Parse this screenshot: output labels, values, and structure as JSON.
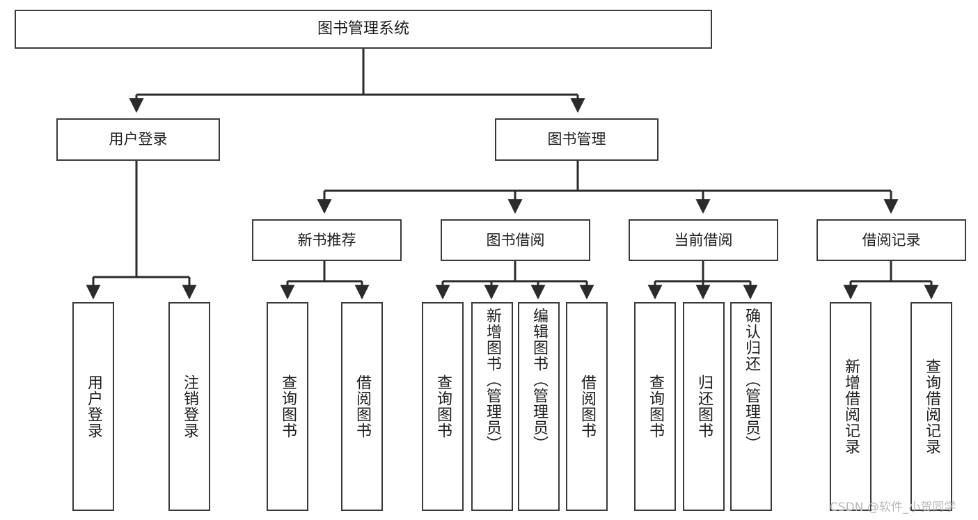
{
  "diagram": {
    "title": "图书管理系统",
    "type": "tree-hierarchy",
    "colors": {
      "box_border": "#3a3a3a",
      "box_fill": "#ffffff",
      "edge": "#2b2b2b",
      "text": "#1d1d1d",
      "watermark": "#b9b9b9"
    },
    "nodes": {
      "root": {
        "label": "图书管理系统"
      },
      "level2": [
        {
          "label": "用户登录"
        },
        {
          "label": "图书管理"
        }
      ],
      "level3": [
        {
          "label": "新书推荐"
        },
        {
          "label": "图书借阅"
        },
        {
          "label": "当前借阅"
        },
        {
          "label": "借阅记录"
        }
      ],
      "leaves": {
        "user_login": [
          {
            "label": "用户登录"
          },
          {
            "label": "注销登录"
          }
        ],
        "new_book_recommend": [
          {
            "label": "查询图书"
          },
          {
            "label": "借阅图书"
          }
        ],
        "book_borrow": [
          {
            "label": "查询图书"
          },
          {
            "label": "新增图书（管理员）"
          },
          {
            "label": "编辑图书（管理员）"
          },
          {
            "label": "借阅图书"
          }
        ],
        "current_borrow": [
          {
            "label": "查询图书"
          },
          {
            "label": "归还图书"
          },
          {
            "label": "确认归还（管理员）"
          }
        ],
        "borrow_record": [
          {
            "label": "新增借阅记录"
          },
          {
            "label": "查询借阅记录"
          }
        ]
      }
    },
    "watermark": "CSDN @软件_小贺同学"
  }
}
